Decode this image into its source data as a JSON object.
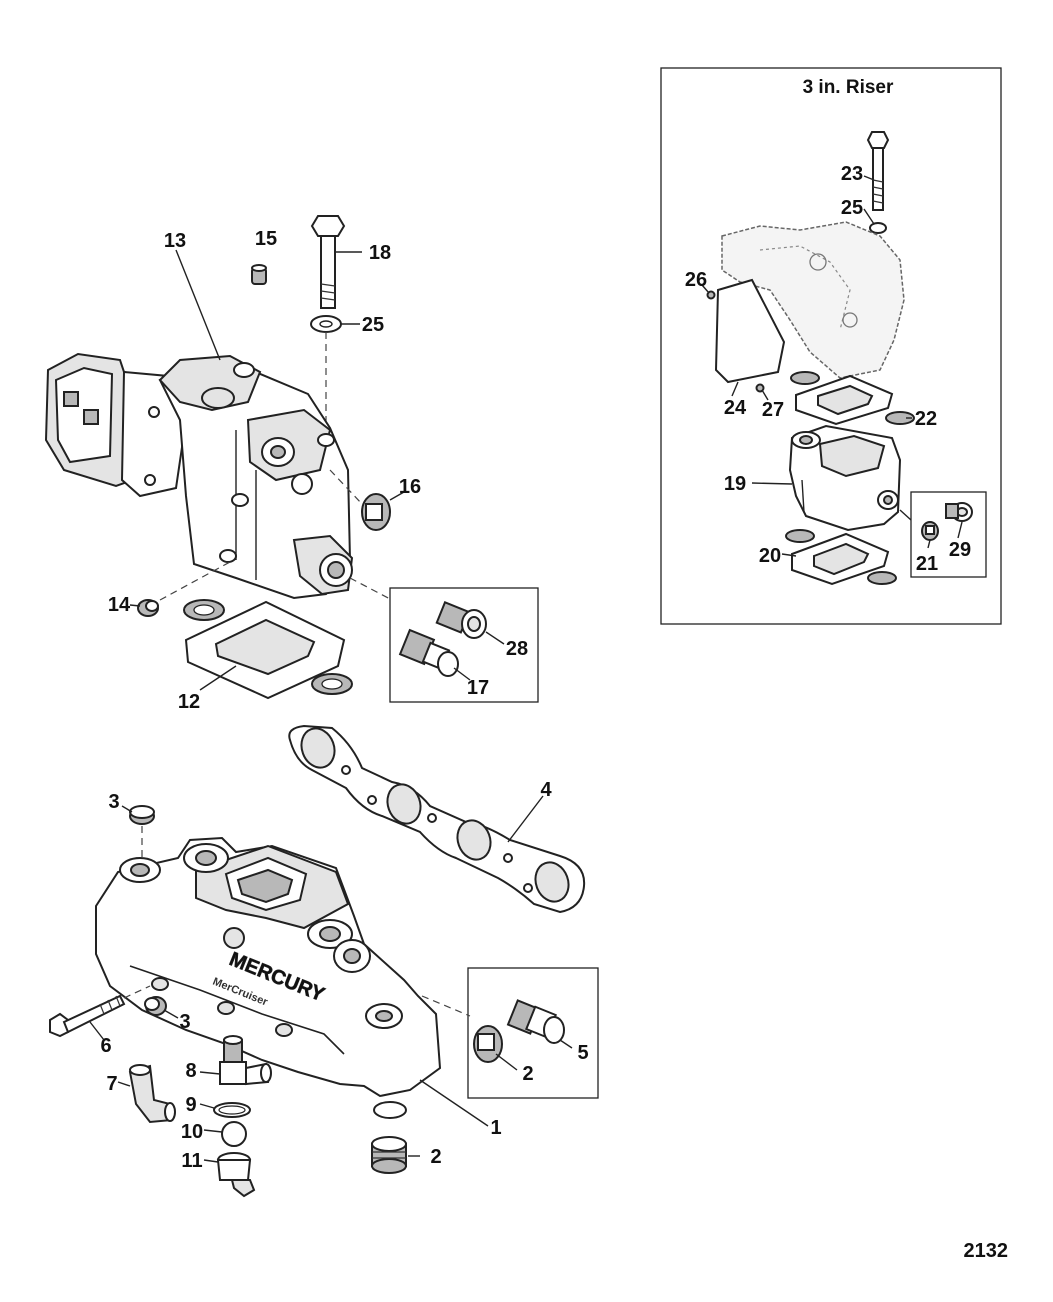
{
  "inset": {
    "title": "3 in. Riser"
  },
  "figure_number": "2132",
  "brand_text": {
    "line1": "MERCURY",
    "line2": "MerCruiser"
  },
  "callouts": {
    "c1": "1",
    "c2a": "2",
    "c2b": "2",
    "c3a": "3",
    "c3b": "3",
    "c4": "4",
    "c5": "5",
    "c6": "6",
    "c7": "7",
    "c8": "8",
    "c9": "9",
    "c10": "10",
    "c11": "11",
    "c12": "12",
    "c13": "13",
    "c14": "14",
    "c15": "15",
    "c16": "16",
    "c17": "17",
    "c18": "18",
    "c19": "19",
    "c20": "20",
    "c21": "21",
    "c22": "22",
    "c23": "23",
    "c24": "24",
    "c25a": "25",
    "c25b": "25",
    "c26": "26",
    "c27": "27",
    "c28": "28",
    "c29": "29"
  }
}
